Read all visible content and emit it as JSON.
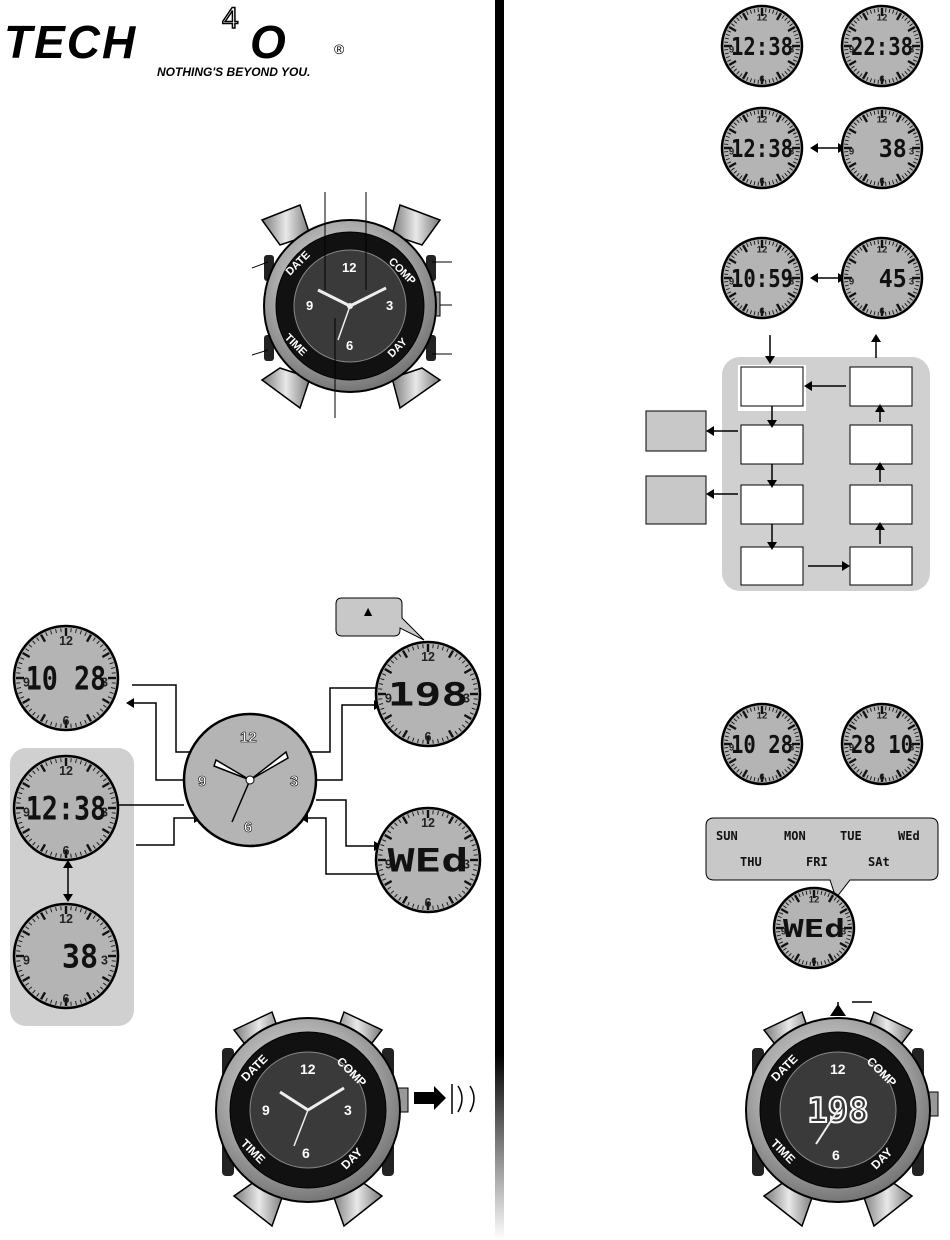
{
  "brand": {
    "logo_text": "TECH4O",
    "tagline": "NOTHING'S BEYOND YOU.",
    "registered": "®"
  },
  "watch": {
    "button_labels": {
      "top_left": "DATE",
      "top_right": "COMP",
      "bottom_left": "TIME",
      "bottom_right": "DAY"
    },
    "dial_numbers": [
      "12",
      "3",
      "6",
      "9"
    ]
  },
  "displays": {
    "time_a": "12:38",
    "time_b": "22:38",
    "seconds_a": "38",
    "time_c": "10:59",
    "seconds_c": "45",
    "date_a": "10 28",
    "date_b": "28 10",
    "year": "198",
    "weekday": "WEd",
    "digital_big": "198"
  },
  "weekdays": [
    "SUN",
    "MON",
    "TUE",
    "WEd",
    "THU",
    "FRI",
    "SAt"
  ],
  "callout_symbol": "▲",
  "colors": {
    "lcd": "#b4b4b4",
    "panel": "#d0d0d0",
    "dark_dial": "#333333",
    "bezel": "#1a1a1a"
  }
}
